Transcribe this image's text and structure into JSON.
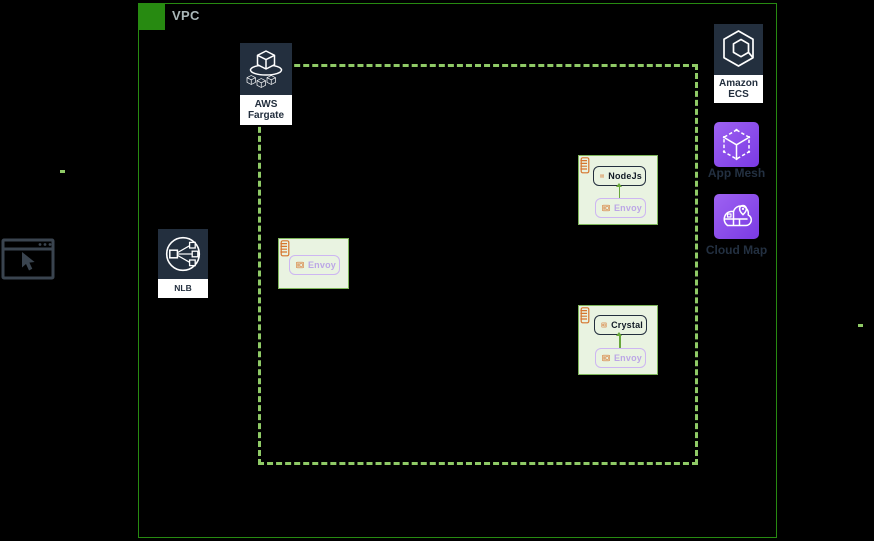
{
  "vpc": {
    "label": "VPC"
  },
  "cluster": {
    "name": "fargate-cluster-boundary"
  },
  "fargate": {
    "label_line1": "AWS",
    "label_line2": "Fargate"
  },
  "nlb": {
    "label": "NLB"
  },
  "ecs": {
    "label_line1": "Amazon",
    "label_line2": "ECS"
  },
  "app_mesh": {
    "label": "App Mesh"
  },
  "cloud_map": {
    "label": "Cloud Map"
  },
  "tasks": {
    "gateway": {
      "envoy": "Envoy"
    },
    "nodejs": {
      "app": "NodeJs",
      "envoy": "Envoy"
    },
    "crystal": {
      "app": "Crystal",
      "envoy": "Envoy"
    }
  },
  "icons": [
    "vpc-corner-icon",
    "fargate-icon",
    "nlb-icon",
    "browser-client-icon",
    "ecs-icon",
    "app-mesh-icon",
    "cloud-map-icon",
    "task-definition-icon",
    "container-icon"
  ],
  "colors": {
    "background": "#000000",
    "vpc_green": "#278A11",
    "vpc_label_gray": "#AAB7B8",
    "cluster_dash_green": "#8FCA66",
    "task_box_fill": "#E9F3E1",
    "task_box_border": "#7FB75B",
    "aws_navy": "#232F3E",
    "container_orange": "#D6762E",
    "mesh_purple_light": "#9E62F2",
    "mesh_purple_dark": "#7A3AE3",
    "envoy_purple_border": "#CDB6F2",
    "envoy_purple_text": "#BCA7E6",
    "connector_green": "#69A83C",
    "dark_label": "#233041"
  }
}
